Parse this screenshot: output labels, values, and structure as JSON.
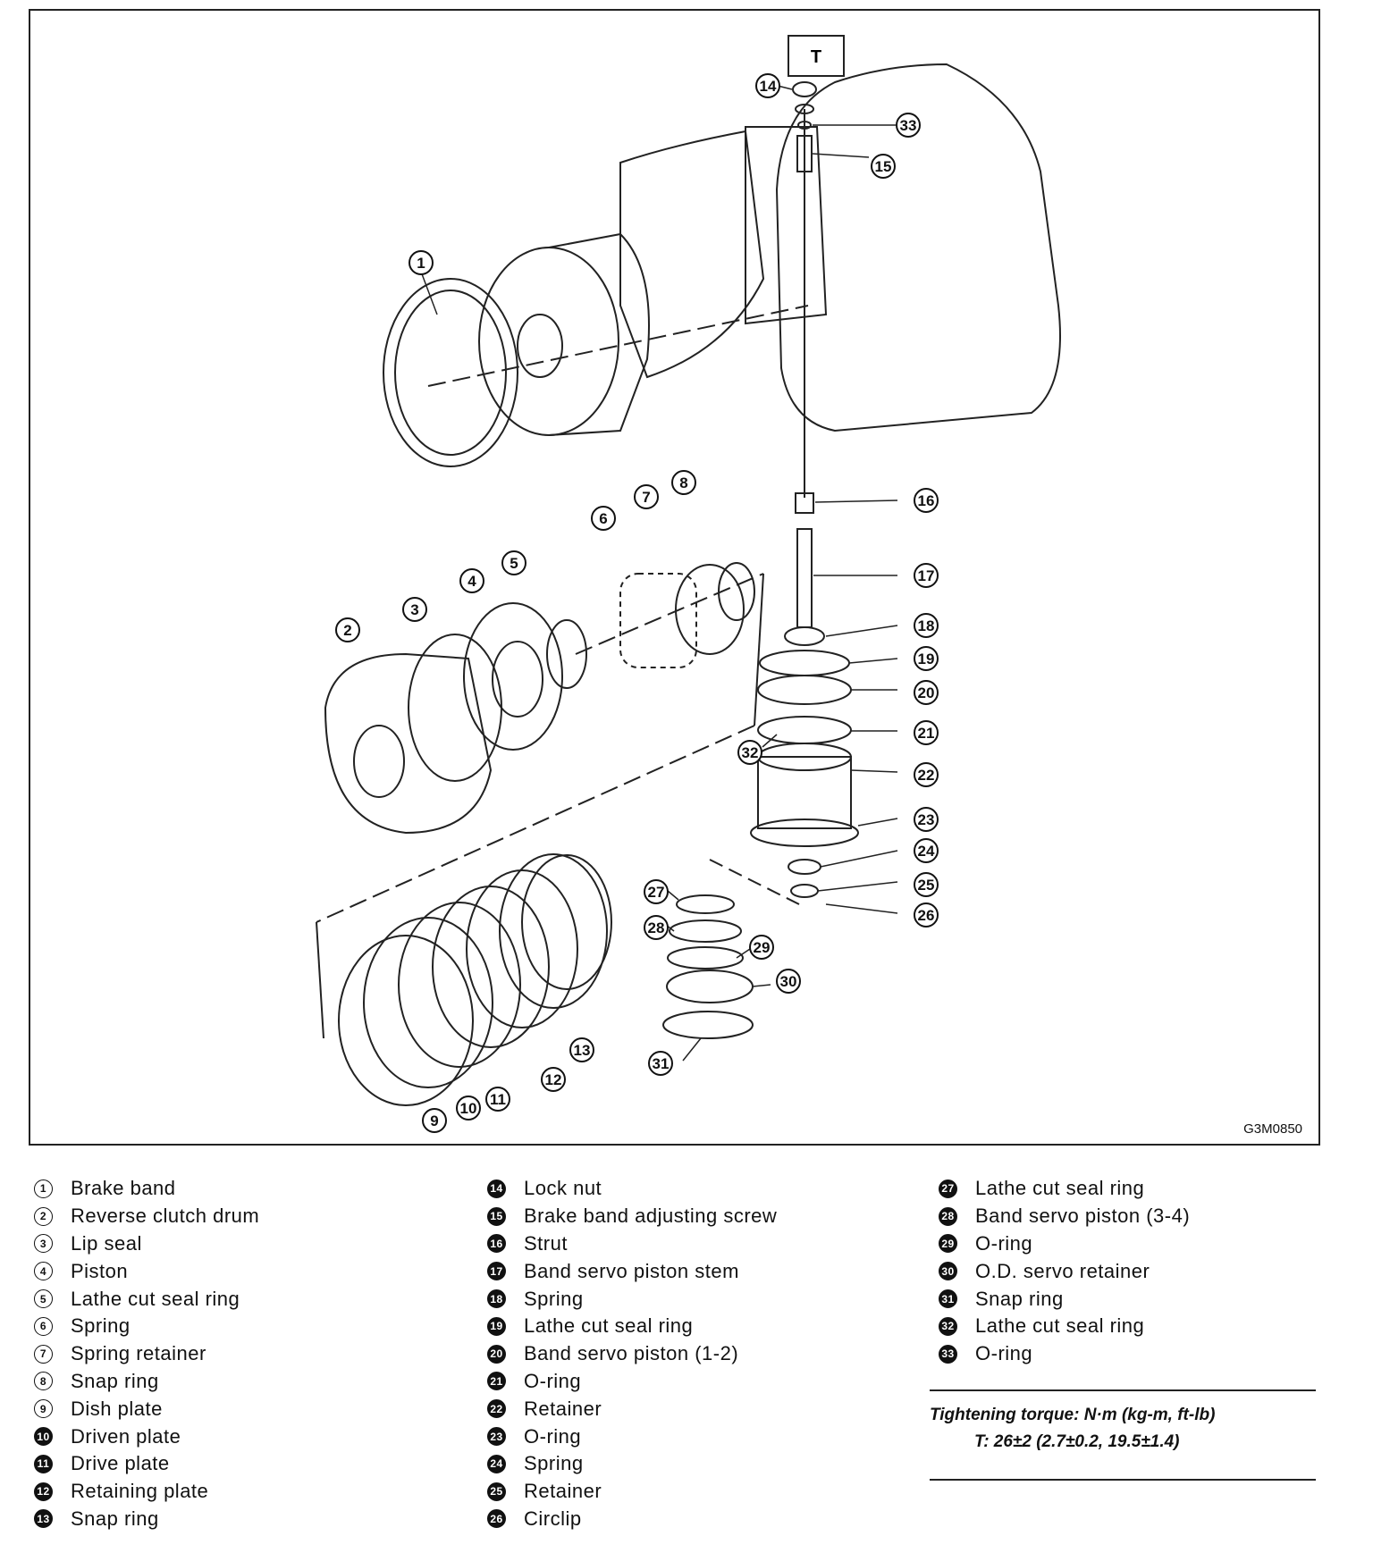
{
  "figure": {
    "reference_code": "G3M0850",
    "torque_marker": "T"
  },
  "callouts": [
    "1",
    "2",
    "3",
    "4",
    "5",
    "6",
    "7",
    "8",
    "9",
    "10",
    "11",
    "12",
    "13",
    "14",
    "15",
    "16",
    "17",
    "18",
    "19",
    "20",
    "21",
    "22",
    "23",
    "24",
    "25",
    "26",
    "27",
    "28",
    "29",
    "30",
    "31",
    "32",
    "33"
  ],
  "legend": {
    "column1": [
      {
        "num": "1",
        "label": "Brake band"
      },
      {
        "num": "2",
        "label": "Reverse clutch drum"
      },
      {
        "num": "3",
        "label": "Lip seal"
      },
      {
        "num": "4",
        "label": "Piston"
      },
      {
        "num": "5",
        "label": "Lathe cut seal ring"
      },
      {
        "num": "6",
        "label": "Spring"
      },
      {
        "num": "7",
        "label": "Spring retainer"
      },
      {
        "num": "8",
        "label": "Snap ring"
      },
      {
        "num": "9",
        "label": "Dish plate"
      },
      {
        "num": "10",
        "label": "Driven plate"
      },
      {
        "num": "11",
        "label": "Drive plate"
      },
      {
        "num": "12",
        "label": "Retaining plate"
      },
      {
        "num": "13",
        "label": "Snap ring"
      }
    ],
    "column2": [
      {
        "num": "14",
        "label": "Lock nut"
      },
      {
        "num": "15",
        "label": "Brake band adjusting screw"
      },
      {
        "num": "16",
        "label": "Strut"
      },
      {
        "num": "17",
        "label": "Band servo piston stem"
      },
      {
        "num": "18",
        "label": "Spring"
      },
      {
        "num": "19",
        "label": "Lathe cut seal ring"
      },
      {
        "num": "20",
        "label": "Band servo piston (1-2)"
      },
      {
        "num": "21",
        "label": "O-ring"
      },
      {
        "num": "22",
        "label": "Retainer"
      },
      {
        "num": "23",
        "label": "O-ring"
      },
      {
        "num": "24",
        "label": "Spring"
      },
      {
        "num": "25",
        "label": "Retainer"
      },
      {
        "num": "26",
        "label": "Circlip"
      }
    ],
    "column3": [
      {
        "num": "27",
        "label": "Lathe cut seal ring"
      },
      {
        "num": "28",
        "label": "Band servo piston (3-4)"
      },
      {
        "num": "29",
        "label": "O-ring"
      },
      {
        "num": "30",
        "label": "O.D. servo retainer"
      },
      {
        "num": "31",
        "label": "Snap ring"
      },
      {
        "num": "32",
        "label": "Lathe cut seal ring"
      },
      {
        "num": "33",
        "label": "O-ring"
      }
    ]
  },
  "torque": {
    "heading": "Tightening torque: N·m (kg-m, ft-lb)",
    "value": "T: 26±2 (2.7±0.2, 19.5±1.4)"
  }
}
